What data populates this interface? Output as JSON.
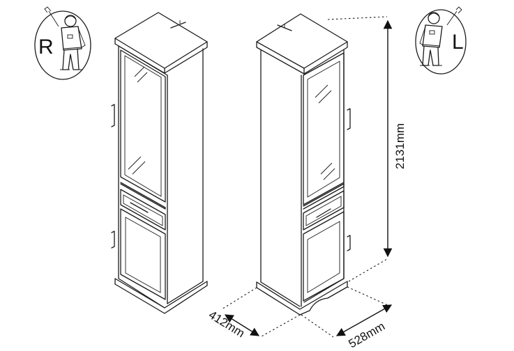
{
  "dimensions": {
    "height": "2131mm",
    "depth": "412mm",
    "width": "528mm"
  },
  "badges": {
    "left_badge_letter": "R",
    "right_badge_letter": "L"
  },
  "colors": {
    "line": "#1a1a1a",
    "background": "#ffffff"
  },
  "icons": [
    "person-pointing-right-icon",
    "person-pointing-left-icon",
    "cabinet-right-hinge",
    "cabinet-left-hinge"
  ]
}
